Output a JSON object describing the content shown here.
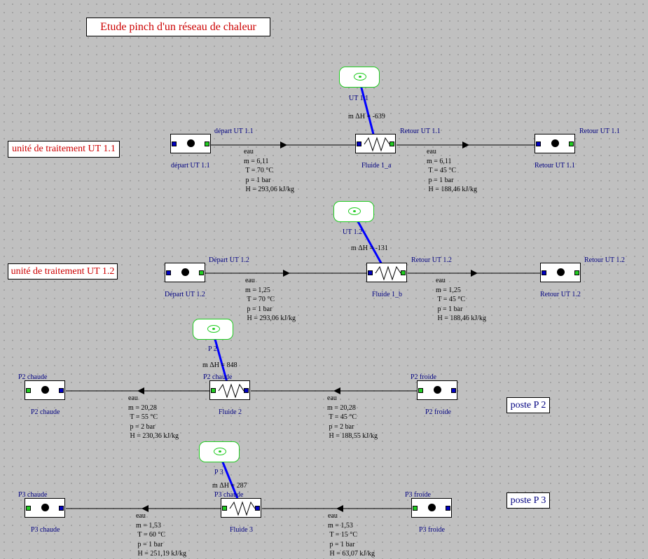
{
  "title": "Etude pinch d'un réseau de chaleur",
  "units": [
    {
      "label": "unité de traitement UT 1.1"
    },
    {
      "label": "unité de traitement UT 1.2"
    },
    {
      "label": "poste P 2"
    },
    {
      "label": "poste P 3"
    }
  ],
  "components": [
    {
      "top_label": "départ UT 1.1",
      "bottom_label": "départ UT 1.1"
    },
    {
      "top_label": "Retour UT 1.1",
      "bottom_label": "Retour UT 1.1"
    },
    {
      "top_label": "Départ UT 1.2",
      "bottom_label": "Départ UT 1.2"
    },
    {
      "top_label": "Retour UT 1.2",
      "bottom_label": "Retour UT 1.2"
    },
    {
      "top_label": "P2 chaude",
      "bottom_label": "P2 chaude"
    },
    {
      "top_label": "P2 froide",
      "bottom_label": "P2 froide"
    },
    {
      "top_label": "P3 chaude",
      "bottom_label": "P3 chaude"
    },
    {
      "top_label": "P3 froide",
      "bottom_label": "P3 froide"
    }
  ],
  "exchangers": [
    {
      "top_label": "Retour UT 1.1",
      "bottom_label": "Fluide 1_a",
      "heat_label": "UT 1.1",
      "dh": "m ΔH = -639"
    },
    {
      "top_label": "Retour UT 1.2",
      "bottom_label": "Fluide 1_b",
      "heat_label": "UT 1.2",
      "dh": "m ΔH = -131"
    },
    {
      "top_label": "P2 chaude",
      "bottom_label": "Fluide 2",
      "heat_label": "P 2",
      "dh": "m ΔH = 848"
    },
    {
      "top_label": "P3 chaude",
      "bottom_label": "Fluide 3",
      "heat_label": "P 3",
      "dh": "m ΔH = 287"
    }
  ],
  "states": [
    {
      "text": "eau\nm = 6,11\n T = 70 °C\n p = 1 bar\n H = 293,06 kJ/kg"
    },
    {
      "text": "eau\nm = 6,11\n T = 45 °C\n p = 1 bar\n H = 188,46 kJ/kg"
    },
    {
      "text": "eau\nm = 1,25\n T = 70 °C\n p = 1 bar\n H = 293,06 kJ/kg"
    },
    {
      "text": "eau\nm = 1,25\n T = 45 °C\n p = 1 bar\n H = 188,46 kJ/kg"
    },
    {
      "text": "eau\nm = 20,28\n T = 55 °C\n p = 2 bar\n H = 230,36 kJ/kg"
    },
    {
      "text": "eau\nm = 20,28\n T = 45 °C\n p = 2 bar\n H = 188,55 kJ/kg"
    },
    {
      "text": "eau\nm = 1,53\n T = 60 °C\n p = 1 bar\n H = 251,19 kJ/kg"
    },
    {
      "text": "eau\nm = 1,53\n T = 15 °C\n p = 1 bar\n H = 63,07 kJ/kg"
    }
  ],
  "colors": {
    "accent_red": "#cc0000",
    "label_navy": "#000080",
    "link_blue": "#0000ff",
    "port_green": "#22cc22",
    "port_blue": "#0000c0"
  },
  "icons": [
    "source-node-icon",
    "heat-exchanger-icon",
    "thermal-coupler-icon",
    "flow-arrow-icon"
  ]
}
